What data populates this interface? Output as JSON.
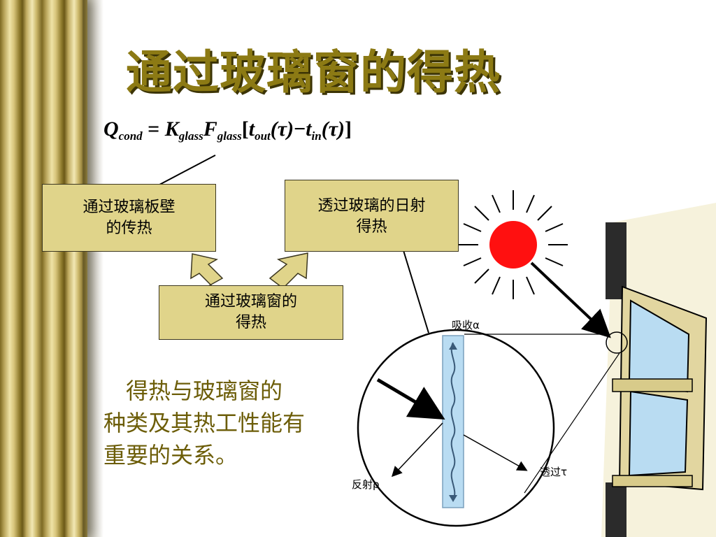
{
  "slide": {
    "title": "通过玻璃窗的得热",
    "formula": {
      "lhs": "Q",
      "lhs_sub": "cond",
      "eq": "=",
      "k": "K",
      "k_sub": "glass",
      "f": "F",
      "f_sub": "glass",
      "open": "[",
      "t1": "t",
      "t1_sub": "out",
      "tau1": "(τ)",
      "minus": "−",
      "t2": "t",
      "t2_sub": "in",
      "tau2": "(τ)",
      "close": "]"
    },
    "boxes": {
      "wall": "通过玻璃板壁\n的传热",
      "solar": "透过玻璃的日射\n得热",
      "total": "通过玻璃窗的\n得热"
    },
    "note": "　得热与玻璃窗的\n种类及其热工性能有\n重要的关系。",
    "diagram_labels": {
      "absorb": "吸收α",
      "transmit": "透过τ",
      "reflect": "反射ρ"
    }
  },
  "colors": {
    "title": "#8c7a14",
    "title_shadow": "#3c3405",
    "box_fill": "#e0d48a",
    "note": "#6c5d08",
    "sun": "#ff1010",
    "glass": "#b9dcf2",
    "arrow_fill": "#e0d48a"
  }
}
